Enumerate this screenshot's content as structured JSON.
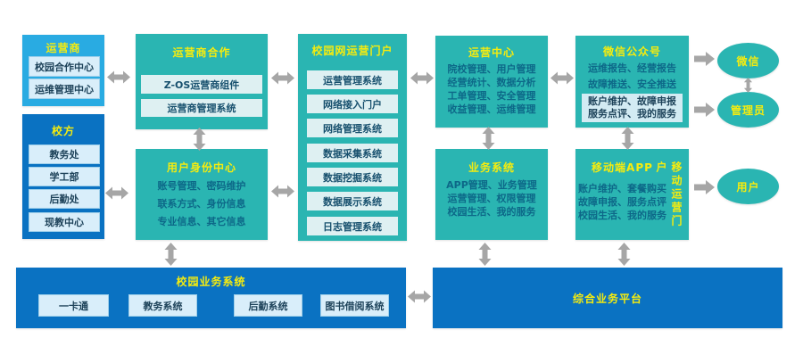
{
  "colors": {
    "teal": "#2ab5b2",
    "light_blue": "#29abe2",
    "dark_blue": "#0a72c2",
    "title_yellow": "#f6ec0e",
    "arrow_gray": "#a6a6a6"
  },
  "diagram": {
    "left_operator": {
      "title": "运营商",
      "items": [
        "校园合作中心",
        "运维管理中心"
      ]
    },
    "left_school": {
      "title": "校方",
      "items": [
        "教务处",
        "学工部",
        "后勤处",
        "现教中心"
      ]
    },
    "operator_coop": {
      "title": "运营商合作",
      "items": [
        "Z-OS运营商组件",
        "运营商管理系统"
      ]
    },
    "identity_center": {
      "title": "用户身份中心",
      "lines": [
        "账号管理、密码维护",
        "联系方式、身份信息",
        "专业信息、其它信息"
      ]
    },
    "portal": {
      "title": "校园网运营门户",
      "items": [
        "运营管理系统",
        "网络接入门户",
        "网络管理系统",
        "数据采集系统",
        "数据挖掘系统",
        "数据展示系统",
        "日志管理系统"
      ]
    },
    "operation_center": {
      "title": "运营中心",
      "lines": [
        "院校管理、用户管理",
        "经营统计、数据分析",
        "工单管理、安全管理",
        "收益管理、运维管理"
      ]
    },
    "business_system": {
      "title": "业务系统",
      "lines": [
        "APP管理、业务管理",
        "运营管理、权限管理",
        "校园生活、我的服务"
      ]
    },
    "wechat_official": {
      "title": "微信公众号",
      "lines": [
        "运维报告、经营报告",
        "故障推送、安全推送"
      ],
      "panel_lines": [
        "账户维护、故障申报",
        "服务点评、我的服务"
      ]
    },
    "mobile_app": {
      "title": "移动端APP",
      "lines": [
        "账户维护、套餐购买",
        "故障申报、服务点评",
        "校园生活、我的服务"
      ],
      "vertical_label": "移动运营门户"
    },
    "actors": {
      "wechat": "微信",
      "admin": "管理员",
      "user": "用户"
    },
    "campus_business": {
      "title": "校园业务系统",
      "items": [
        "一卡通",
        "教务系统",
        "后勤系统",
        "图书借阅系统"
      ]
    },
    "integrated_platform": {
      "title": "综合业务平台"
    }
  }
}
